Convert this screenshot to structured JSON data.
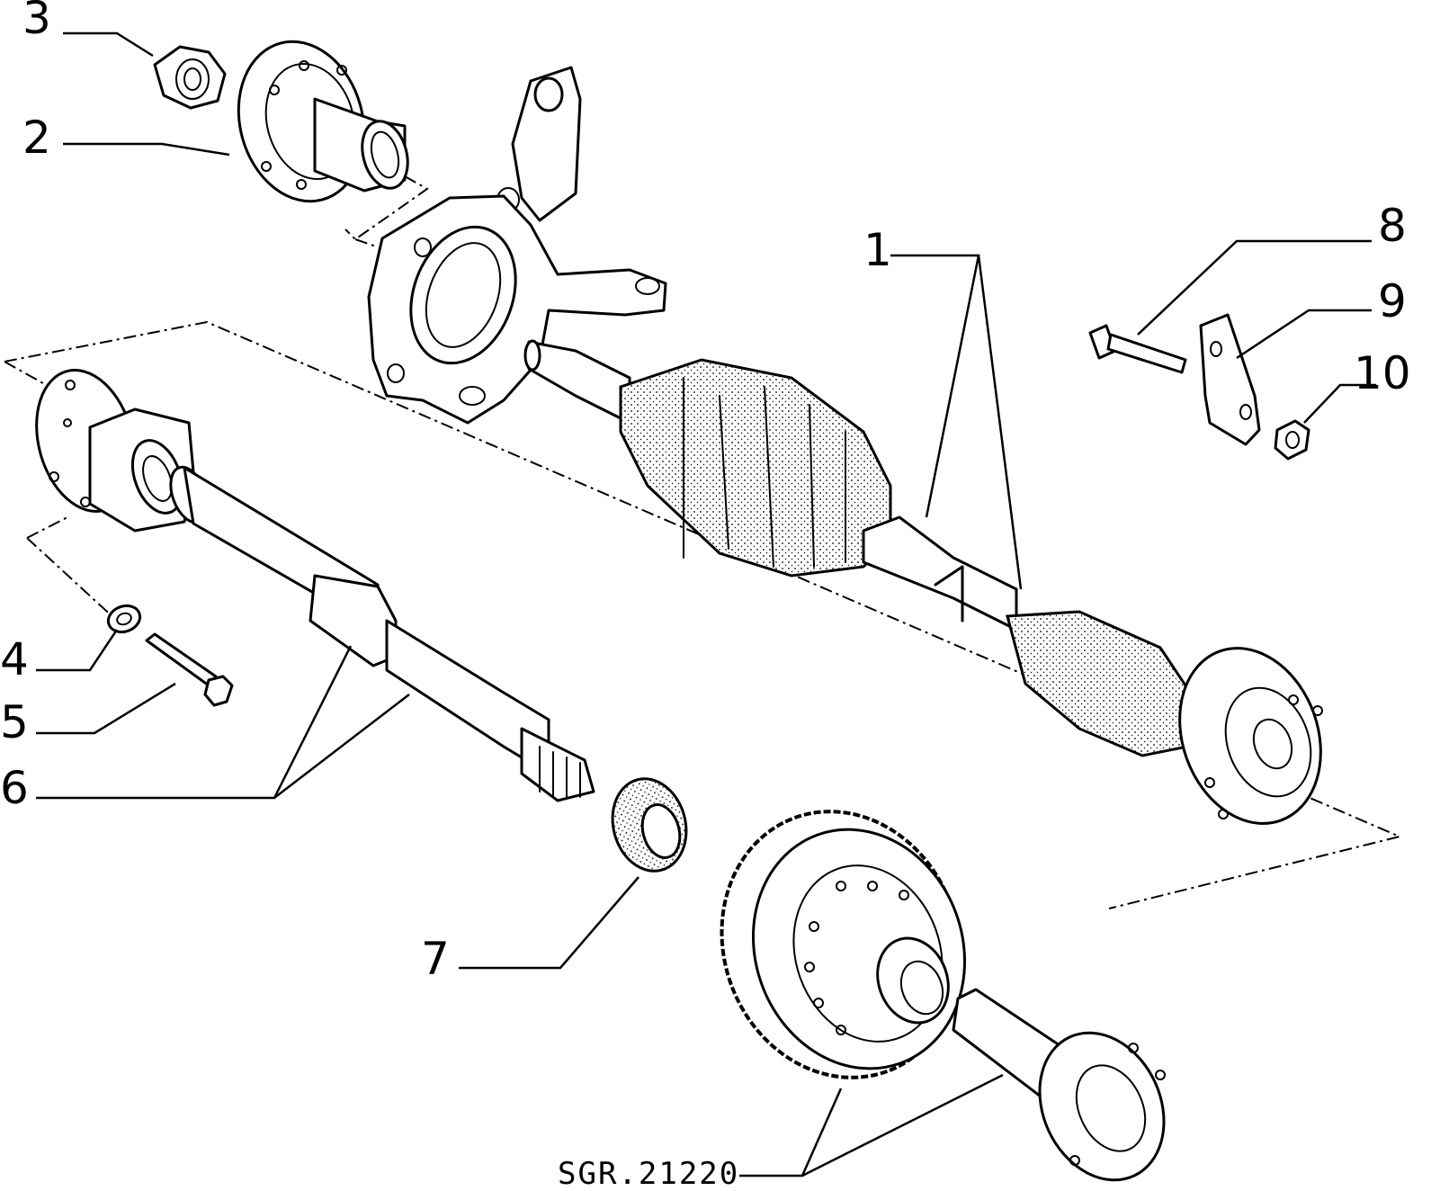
{
  "callouts": {
    "c1": "1",
    "c2": "2",
    "c3": "3",
    "c4": "4",
    "c5": "5",
    "c6": "6",
    "c7": "7",
    "c8": "8",
    "c9": "9",
    "c10": "10"
  },
  "reference_code": "SGR.21220"
}
